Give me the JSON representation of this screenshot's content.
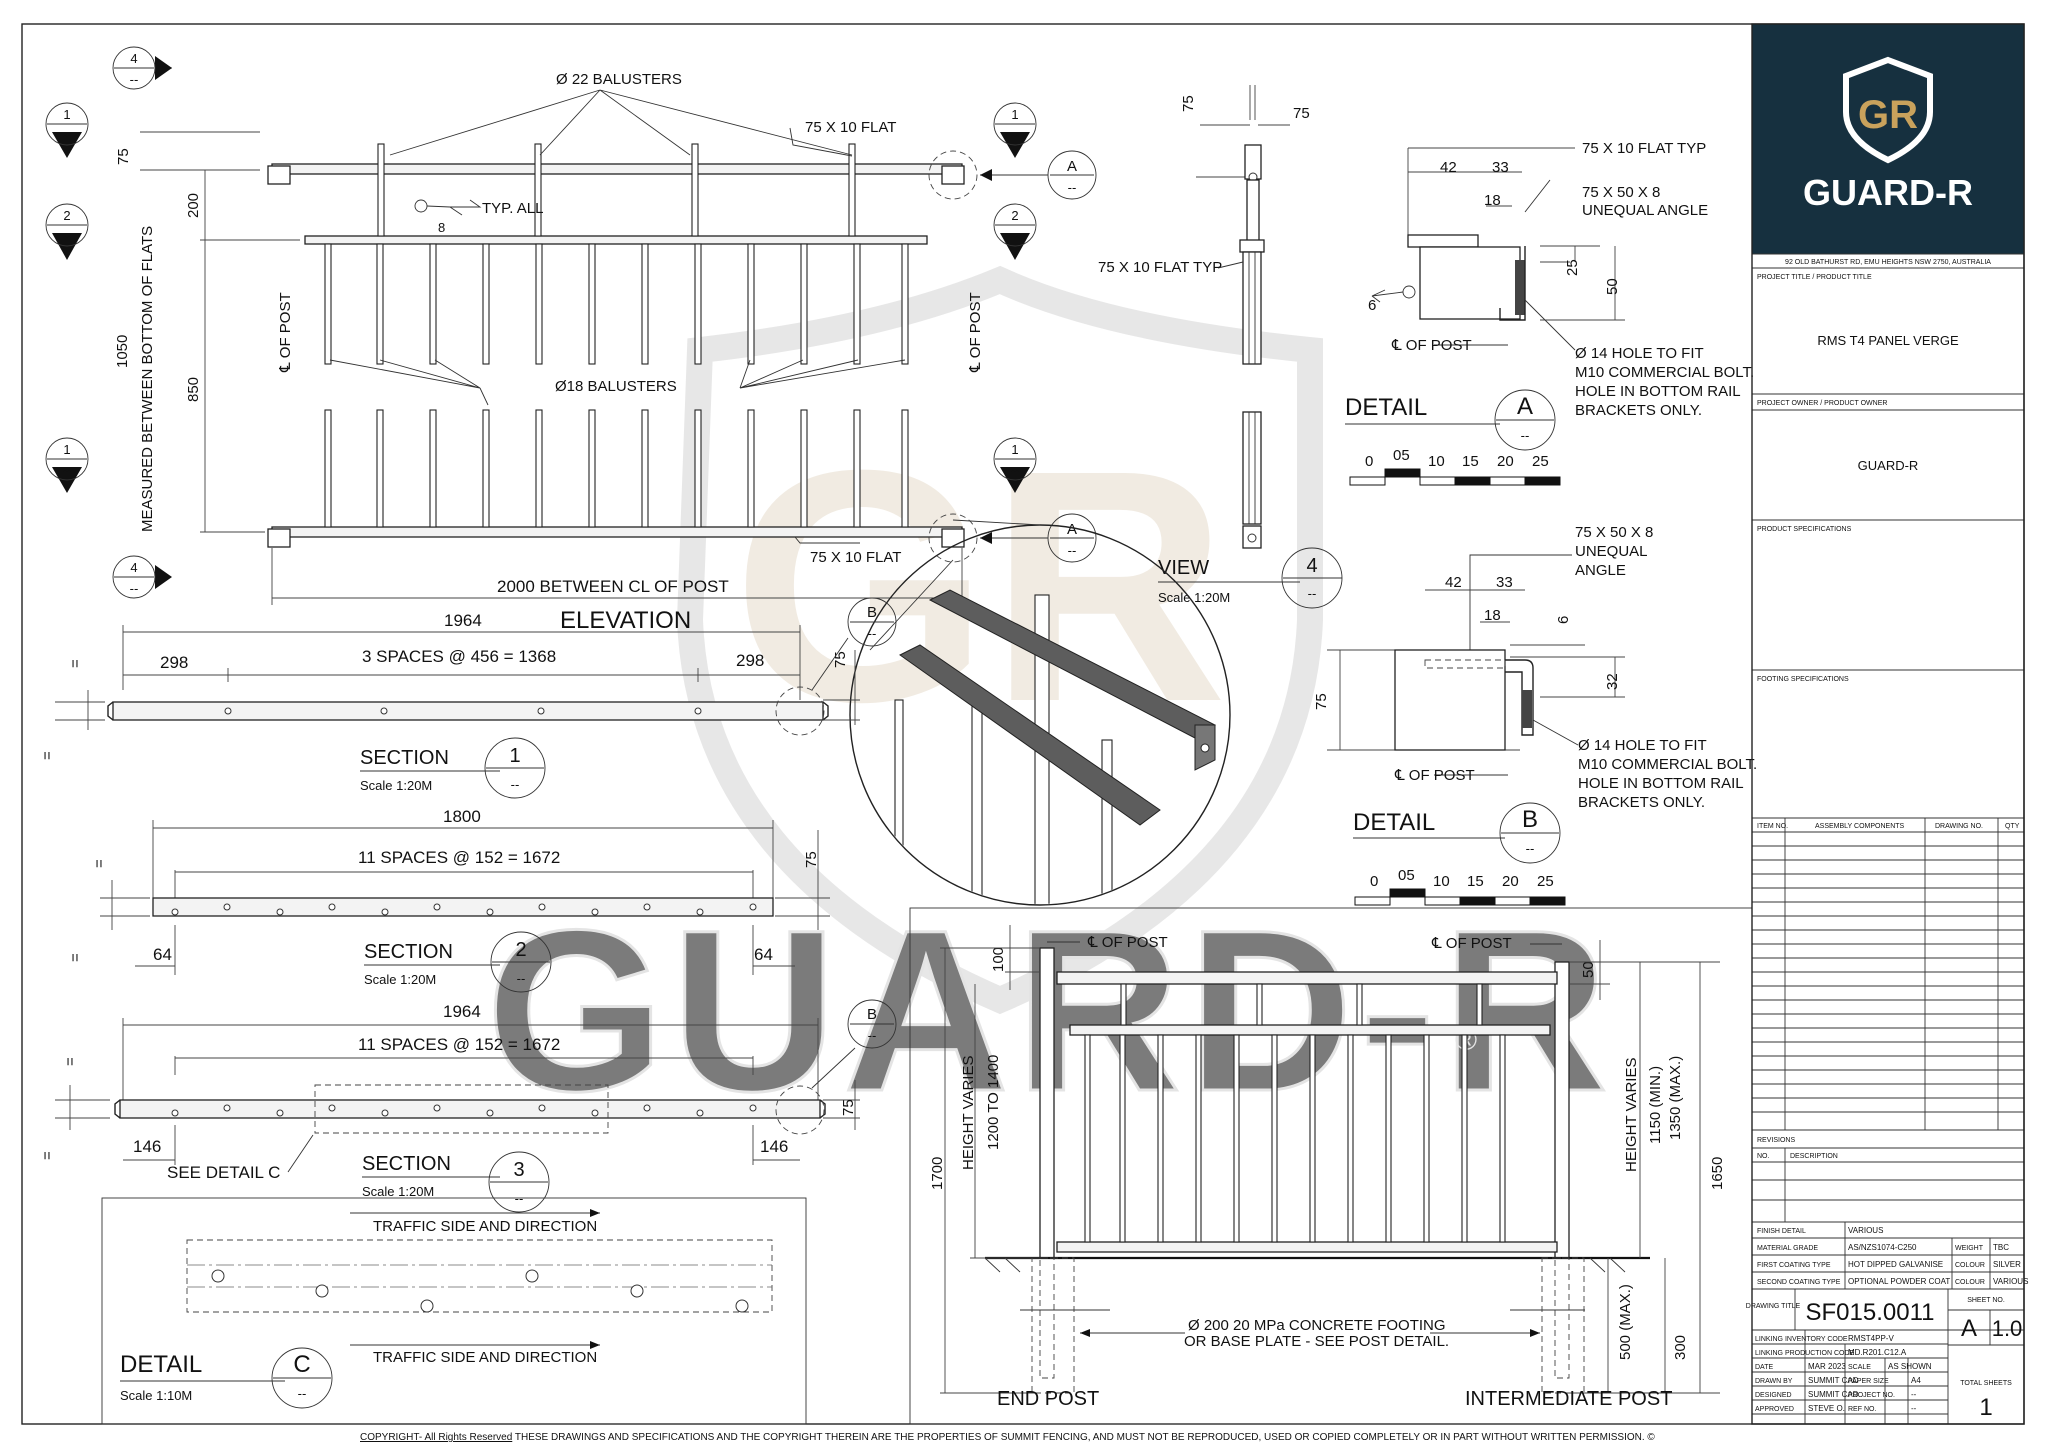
{
  "elevation": {
    "title": "ELEVATION",
    "balusters_top": "Ø 22 BALUSTERS",
    "balusters_mid": "Ø18 BALUSTERS",
    "flat_top": "75 X 10 FLAT",
    "flat_bottom": "75 X 10 FLAT",
    "typ_all": "TYP. ALL",
    "weld_size": "8",
    "cl_post": "℄ OF POST",
    "height_label": "MEASURED BETWEEN BOTTOM OF FLATS",
    "dim_1050": "1050",
    "dim_850": "850",
    "dim_200": "200",
    "dim_75": "75",
    "dim_span": "2000 BETWEEN CL OF POST",
    "ref_4": "4",
    "ref_1": "1",
    "ref_2": "2",
    "ref_A": "A",
    "ref_dash": "--"
  },
  "view4": {
    "title": "VIEW",
    "num": "4",
    "scale": "Scale 1:20M",
    "dash": "--",
    "dim_75a": "75",
    "dim_75b": "75",
    "flat_typ": "75 X 10 FLAT TYP"
  },
  "detail_a": {
    "title": "DETAIL",
    "letter": "A",
    "dash": "--",
    "flat_typ": "75 X 10 FLAT TYP",
    "angle": "75 X 50 X 8",
    "angle2": "UNEQUAL ANGLE",
    "hole1": "Ø 14  HOLE TO FIT",
    "hole2": "M10 COMMERCIAL BOLT.",
    "hole3": "HOLE IN BOTTOM RAIL",
    "hole4": "BRACKETS ONLY.",
    "cl_post": "℄ OF POST",
    "d42": "42",
    "d33": "33",
    "d18": "18",
    "d25": "25",
    "d50": "50",
    "d6": "6",
    "scale_ticks": [
      "0",
      "05",
      "10",
      "15",
      "20",
      "25"
    ]
  },
  "detail_b": {
    "title": "DETAIL",
    "letter": "B",
    "dash": "--",
    "angle1": "75 X 50 X 8",
    "angle2": "UNEQUAL",
    "angle3": "ANGLE",
    "hole1": "Ø 14  HOLE TO FIT",
    "hole2": "M10 COMMERCIAL BOLT.",
    "hole3": "HOLE IN BOTTOM RAIL",
    "hole4": "BRACKETS ONLY.",
    "cl_post": "℄ OF POST",
    "d42": "42",
    "d33": "33",
    "d18": "18",
    "d6": "6",
    "d32": "32",
    "d75": "75",
    "scale_ticks": [
      "0",
      "05",
      "10",
      "15",
      "20",
      "25"
    ]
  },
  "section1": {
    "title": "SECTION",
    "num": "1",
    "scale": "Scale 1:20M",
    "dash": "--",
    "d1964": "1964",
    "d298a": "298",
    "spaces": "3 SPACES @ 456 = 1368",
    "d298b": "298",
    "d75": "75",
    "eq": "=",
    "ref_B": "B"
  },
  "section2": {
    "title": "SECTION",
    "num": "2",
    "scale": "Scale 1:20M",
    "dash": "--",
    "d1800": "1800",
    "spaces": "11 SPACES @ 152 = 1672",
    "d64a": "64",
    "d64b": "64",
    "d75": "75",
    "eq": "="
  },
  "section3": {
    "title": "SECTION",
    "num": "3",
    "scale": "Scale 1:20M",
    "dash": "--",
    "d1964": "1964",
    "spaces": "11 SPACES @ 152 = 1672",
    "d146a": "146",
    "d146b": "146",
    "see_detail": "SEE DETAIL C",
    "d75": "75",
    "eq": "=",
    "ref_B": "B"
  },
  "detail_c": {
    "title": "DETAIL",
    "letter": "C",
    "scale": "Scale 1:10M",
    "dash": "--",
    "traffic_top": "TRAFFIC SIDE AND DIRECTION",
    "traffic_bottom": "TRAFFIC SIDE AND DIRECTION"
  },
  "posts": {
    "cl_post_left": "℄ OF POST",
    "cl_post_right": "℄ OF POST",
    "d100": "100",
    "d50": "50",
    "d1700": "1700",
    "height_left1": "HEIGHT VARIES",
    "height_left2": "1200 TO 1400",
    "height_right1": "HEIGHT VARIES",
    "height_right2": "1150 (MIN.)",
    "height_right3": "1350 (MAX.)",
    "d1650": "1650",
    "d500": "500 (MAX.)",
    "d300": "300",
    "footing1": "Ø 200 20 MPa CONCRETE FOOTING",
    "footing2": "OR BASE PLATE - SEE POST DETAIL.",
    "end_post": "END POST",
    "intermediate_post": "INTERMEDIATE POST"
  },
  "watermark": {
    "text": "GUARD-R",
    "reg": "®"
  },
  "title_block": {
    "logo_text": "GUARD-R",
    "logo_mark": "GR",
    "address": "92 OLD BATHURST RD, EMU HEIGHTS NSW 2750, AUSTRALIA",
    "project_title_label": "PROJECT TITLE / PRODUCT TITLE",
    "project_title": "RMS T4 PANEL VERGE",
    "project_owner_label": "PROJECT OWNER / PRODUCT OWNER",
    "project_owner": "GUARD-R",
    "product_spec_label": "PRODUCT SPECIFICATIONS",
    "footing_spec_label": "FOOTING SPECIFICATIONS",
    "assembly_headers": [
      "ITEM NO.",
      "ASSEMBLY COMPONENTS",
      "DRAWING NO.",
      "QTY"
    ],
    "revisions_label": "REVISIONS",
    "rev_headers": [
      "NO.",
      "DESCRIPTION"
    ],
    "finish_detail_label": "FINISH DETAIL",
    "finish_detail": "VARIOUS",
    "material_grade_label": "MATERIAL GRADE",
    "material_grade": "AS/NZS1074-C250",
    "weight_label": "WEIGHT",
    "weight": "TBC",
    "first_coat_label": "FIRST COATING TYPE",
    "first_coat": "HOT DIPPED GALVANISE",
    "colour_label": "COLOUR",
    "colour1": "SILVER",
    "second_coat_label": "SECOND COATING TYPE",
    "second_coat": "OPTIONAL POWDER COAT",
    "colour2_label": "COLOUR",
    "colour2": "VARIOUS",
    "drawing_title_label": "DRAWING TITLE",
    "drawing_no": "SF015.0011",
    "sheet_no_label": "SHEET NO.",
    "sheet_letter": "A",
    "sheet_rev": "1.0",
    "linking_inv_label": "LINKING INVENTORY CODE",
    "linking_inv": "RMST4PP-V",
    "linking_prod_label": "LINKING PRODUCTION CODE",
    "linking_prod": "MD.R201.C12.A",
    "date_label": "DATE",
    "date": "MAR 2023",
    "scale_label": "SCALE",
    "scale": "AS SHOWN",
    "drawn_by_label": "DRAWN BY",
    "drawn_by": "SUMMIT CAD",
    "paper_size_label": "PAPER SIZE",
    "paper_size": "A4",
    "designed_label": "DESIGNED",
    "designed": "SUMMIT CAD",
    "project_no_label": "PROJECT NO.",
    "project_no": "--",
    "approved_label": "APPROVED",
    "approved": "STEVE O.",
    "ref_no_label": "REF NO.",
    "ref_no": "--",
    "total_sheets_label": "TOTAL SHEETS",
    "total_sheets": "1"
  },
  "footer": {
    "copyright": "COPYRIGHT- All Rights Reserved",
    "notice": " THESE DRAWINGS AND SPECIFICATIONS AND THE COPYRIGHT THEREIN ARE THE PROPERTIES OF SUMMIT FENCING, AND MUST NOT BE REPRODUCED, USED OR COPIED COMPLETELY OR IN PART WITHOUT WRITTEN PERMISSION. ©"
  },
  "colors": {
    "title_block_bg": "#16303f",
    "logo_gold": "#c9a25c",
    "watermark": "#d8d8d8"
  }
}
